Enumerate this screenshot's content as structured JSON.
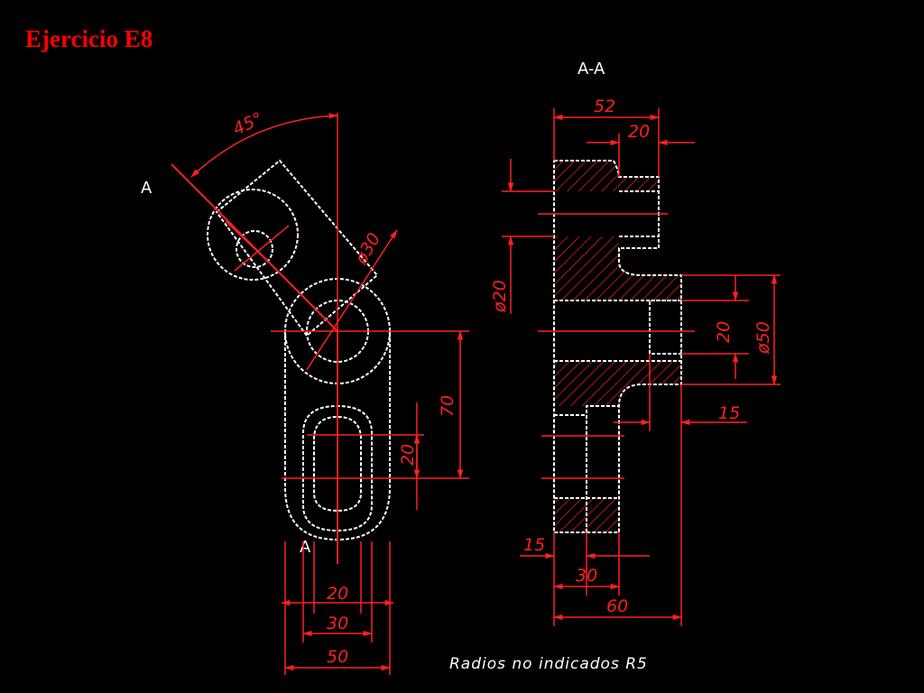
{
  "title": "Ejercicio E8",
  "section_label": "A-A",
  "cut_label": "A",
  "note": "Radios no indicados R5",
  "dims": {
    "angle": "45°",
    "dia_30": "ø30",
    "len_70": "70",
    "slot_20_v": "20",
    "bottom_20": "20",
    "bottom_30": "30",
    "bottom_50": "50",
    "sec_52": "52",
    "sec_20_top": "20",
    "sec_dia_20": "ø20",
    "sec_20_right": "20",
    "sec_dia_50": "ø50",
    "sec_15_right": "15",
    "sec_15_left": "15",
    "sec_30": "30",
    "sec_60": "60"
  },
  "colors": {
    "outline": "#ffffff",
    "dimension": "#ff0000",
    "background": "#000000"
  }
}
